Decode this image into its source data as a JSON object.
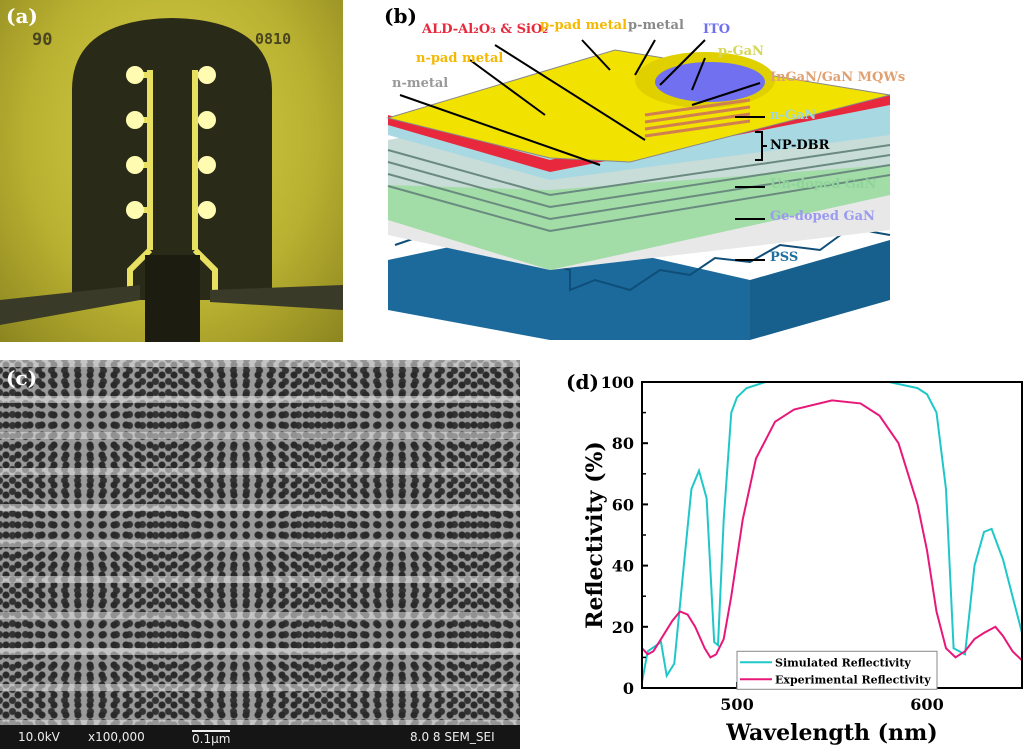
{
  "panels": {
    "a": {
      "label": "(a)",
      "engraved_left": "90",
      "engraved_right": "0810"
    },
    "b": {
      "label": "(b)",
      "layers": {
        "ald": "ALD-Al₂O₃ & SiO₂",
        "p_pad": "p-pad metal",
        "p_metal": "p-metal",
        "ito": "ITO",
        "p_gan": "p-GaN",
        "n_pad": "n-pad metal",
        "n_metal": "n-metal",
        "mqw": "InGaN/GaN MQWs",
        "n_gan": "n-GaN",
        "np_dbr": "NP-DBR",
        "undoped": "Un-doped GaN",
        "gedoped": "Ge-doped GaN",
        "pss": "PSS"
      },
      "colors": {
        "ald": "#e8283c",
        "pad": "#f5c400",
        "p_metal": "#8a8a8a",
        "ito": "#6f6ff0",
        "p_gan": "#d6d65a",
        "n_metal": "#9a9a9a",
        "mqw": "#e0a070",
        "n_gan": "#9fd6e0",
        "undoped": "#8fd49a",
        "gedoped": "#9a9af0",
        "pss": "#1e6fa0"
      }
    },
    "c": {
      "label": "(c)",
      "voltage": "10.0kV",
      "magnification": "x100,000",
      "scale": "0.1µm",
      "info": "8.0 8 SEM_SEI"
    },
    "d": {
      "label": "(d)"
    }
  },
  "chart_data": {
    "type": "line",
    "title": "",
    "xlabel": "Wavelength (nm)",
    "ylabel": "Reflectivity (%)",
    "xlim": [
      450,
      650
    ],
    "ylim": [
      0,
      100
    ],
    "xticks": [
      500,
      600
    ],
    "yticks": [
      0,
      20,
      40,
      60,
      80,
      100
    ],
    "legend_position": "bottom-center",
    "series": [
      {
        "name": "Simulated Reflectivity",
        "color": "#1fc8c8",
        "x": [
          450,
          453,
          460,
          463,
          467,
          472,
          476,
          480,
          484,
          488,
          490,
          493,
          497,
          500,
          505,
          515,
          580,
          595,
          600,
          605,
          610,
          614,
          620,
          625,
          630,
          634,
          640,
          645,
          650
        ],
        "y": [
          2,
          12,
          15,
          4,
          8,
          40,
          65,
          71,
          62,
          15,
          14,
          55,
          90,
          95,
          98,
          100,
          100,
          98,
          96,
          90,
          65,
          13,
          11,
          40,
          51,
          52,
          42,
          30,
          18
        ]
      },
      {
        "name": "Experimental Reflectivity",
        "color": "#e8187a",
        "x": [
          450,
          453,
          456,
          462,
          466,
          470,
          474,
          478,
          483,
          486,
          489,
          493,
          497,
          503,
          510,
          520,
          530,
          550,
          565,
          575,
          585,
          595,
          600,
          605,
          610,
          615,
          620,
          625,
          630,
          636,
          640,
          645,
          650
        ],
        "y": [
          13,
          11,
          12,
          18,
          22,
          25,
          24,
          20,
          13,
          10,
          11,
          16,
          30,
          55,
          75,
          87,
          91,
          94,
          93,
          89,
          80,
          60,
          45,
          25,
          13,
          10,
          12,
          16,
          18,
          20,
          17,
          12,
          9
        ]
      }
    ]
  }
}
